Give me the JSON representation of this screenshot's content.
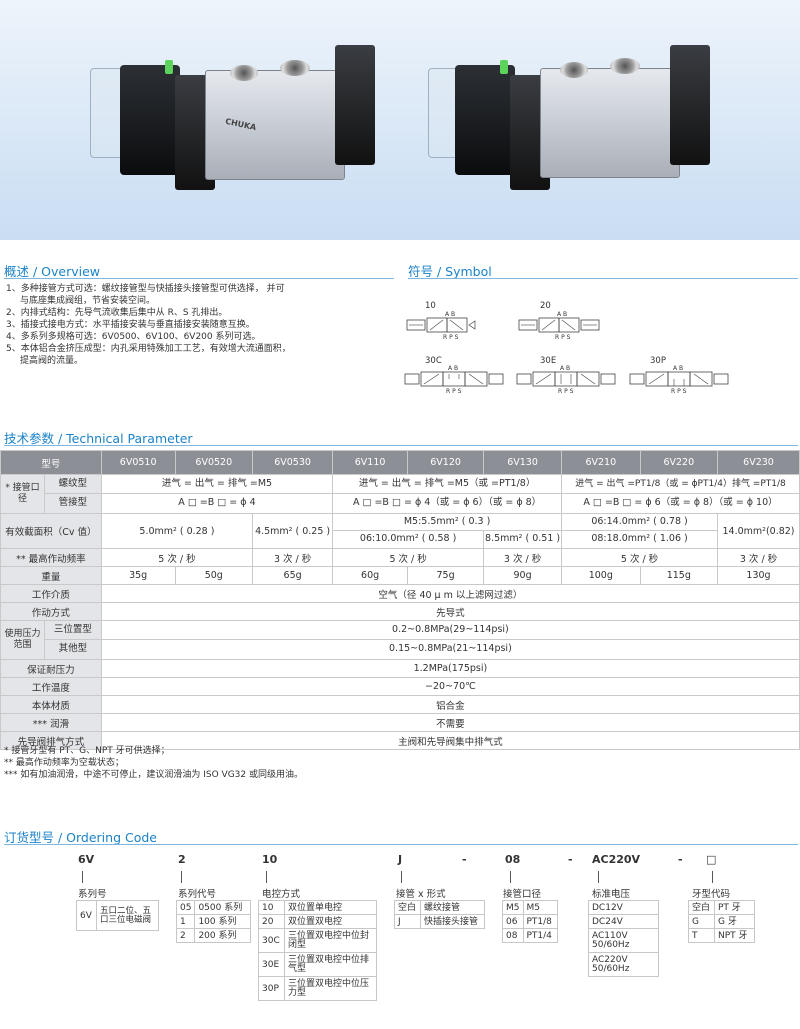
{
  "hero": {
    "valve_label": "CHUKA"
  },
  "overview": {
    "title": "概述 / Overview",
    "items": [
      "1、多种接管方式可选：螺纹接管型与快插接头接管型可供选择， 并可",
      "与底座集成阀组，节省安装空间。",
      "2、内排式结构：先导气流收集后集中从 R、S 孔排出。",
      "3、插接式接电方式：水平插接安装与垂直插接安装随意互换。",
      "4、多系列多规格可选：6V0500、6V100、6V200 系列可选。",
      "5、本体铝合金挤压成型：内孔采用特殊加工工艺，有效增大流通面积，",
      "提高阀的流量。"
    ]
  },
  "symbol": {
    "title": "符号 / Symbol",
    "labels": [
      "10",
      "20",
      "30C",
      "30E",
      "30P"
    ],
    "ab": "A B",
    "rps": "R P S"
  },
  "tech": {
    "title": "技术参数 / Technical Parameter",
    "header": [
      "型号",
      "6V0510",
      "6V0520",
      "6V0530",
      "6V110",
      "6V120",
      "6V130",
      "6V210",
      "6V220",
      "6V230"
    ],
    "port_label": "* 接管口径",
    "thread_label": "螺纹型",
    "thread_values": [
      "进气 = 出气 = 排气 =M5",
      "进气 = 出气 = 排气 =M5（或 =PT1/8）",
      "进气 = 出气 =PT1/8（或 = ϕPT1/4）排气 =PT1/8"
    ],
    "push_label": "管接型",
    "push_values": [
      "A □ =B □ = ϕ 4",
      "A □ =B □ = ϕ 4（或 = ϕ 6）（或 = ϕ 8）",
      "A □ =B □ = ϕ 6（或 = ϕ 8）（或 = ϕ 10）"
    ],
    "cv_label": "有效截面积（Cv 值）",
    "cv_values": [
      "5.0mm² ( 0.28 )",
      "4.5mm² ( 0.25 )",
      "M5:5.5mm² ( 0.3 )",
      "06:10.0mm² ( 0.58 )",
      "8.5mm² ( 0.51 )",
      "06:14.0mm² ( 0.78 )",
      "08:18.0mm² ( 1.06 )",
      "14.0mm²(0.82)"
    ],
    "freq_label": "** 最高作动频率",
    "freq_values": [
      "5 次 / 秒",
      "3 次 / 秒",
      "5 次 / 秒",
      "3 次 / 秒",
      "5 次 / 秒",
      "3 次 / 秒"
    ],
    "weight_label": "重量",
    "weight_values": [
      "35g",
      "50g",
      "65g",
      "60g",
      "75g",
      "90g",
      "100g",
      "115g",
      "130g"
    ],
    "rows": [
      {
        "label": "工作介质",
        "value": "空气（径 40 μ m 以上滤网过滤）"
      },
      {
        "label": "作动方式",
        "value": "先导式"
      }
    ],
    "pressure_label": "使用压力范围",
    "pressure_rows": [
      {
        "label": "三位置型",
        "value": "0.2~0.8MPa(29~114psi)"
      },
      {
        "label": "其他型",
        "value": "0.15~0.8MPa(21~114psi)"
      }
    ],
    "rows2": [
      {
        "label": "保证耐压力",
        "value": "1.2MPa(175psi)"
      },
      {
        "label": "工作温度",
        "value": "−20~70℃"
      },
      {
        "label": "本体材质",
        "value": "铝合金"
      },
      {
        "label": "*** 润滑",
        "value": "不需要"
      },
      {
        "label": "先导阀排气方式",
        "value": "主阀和先导阀集中排气式"
      }
    ]
  },
  "notes": [
    "* 接管牙型有 PT、G、NPT 牙可供选择；",
    "** 最高作动频率为空载状态；",
    "*** 如有加油润滑，中途不可停止，建议润滑油为 ISO VG32 或同级用油。"
  ],
  "ordering": {
    "title": "订货型号 / Ordering Code",
    "codes": [
      "6V",
      "2",
      "10",
      "J",
      "-",
      "08",
      "-",
      "AC220V",
      "-",
      "□"
    ],
    "series": {
      "title": "系列号",
      "rows": [
        [
          "6V",
          "五口二位、五口三位电磁阀"
        ]
      ]
    },
    "series_code": {
      "title": "系列代号",
      "rows": [
        [
          "05",
          "0500 系列"
        ],
        [
          "1",
          "100 系列"
        ],
        [
          "2",
          "200 系列"
        ]
      ]
    },
    "control": {
      "title": "电控方式",
      "rows": [
        [
          "10",
          "双位置单电控"
        ],
        [
          "20",
          "双位置双电控"
        ],
        [
          "30C",
          "三位置双电控中位封闭型"
        ],
        [
          "30E",
          "三位置双电控中位排气型"
        ],
        [
          "30P",
          "三位置双电控中位压力型"
        ]
      ]
    },
    "port_form": {
      "title": "接管 x 形式",
      "rows": [
        [
          "空白",
          "螺纹接管"
        ],
        [
          "J",
          "快插接头接管"
        ]
      ]
    },
    "port_size": {
      "title": "接管口径",
      "rows": [
        [
          "M5",
          "M5"
        ],
        [
          "06",
          "PT1/8"
        ],
        [
          "08",
          "PT1/4"
        ]
      ]
    },
    "voltage": {
      "title": "标准电压",
      "rows": [
        [
          "DC12V"
        ],
        [
          "DC24V"
        ],
        [
          "AC110V 50/60Hz"
        ],
        [
          "AC220V 50/60Hz"
        ]
      ]
    },
    "thread": {
      "title": "牙型代码",
      "rows": [
        [
          "空白",
          "PT 牙"
        ],
        [
          "G",
          "G 牙"
        ],
        [
          "T",
          "NPT 牙"
        ]
      ]
    }
  }
}
